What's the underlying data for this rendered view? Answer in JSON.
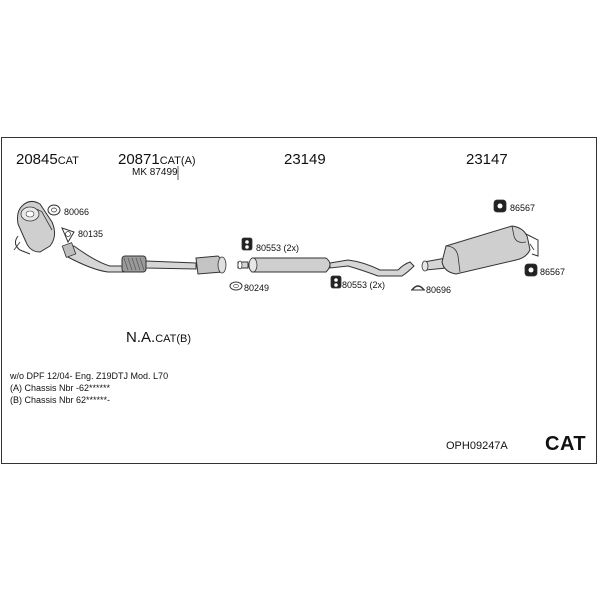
{
  "diagram": {
    "parts": [
      {
        "num": "20845",
        "suffix": "CAT"
      },
      {
        "num": "20871",
        "suffix": "CAT(A)",
        "sub": "MK 87499"
      },
      {
        "num": "23149",
        "suffix": ""
      },
      {
        "num": "23147",
        "suffix": ""
      }
    ],
    "fittings": {
      "f80066": "80066",
      "f80135": "80135",
      "f80553a": "80553 (2x)",
      "f80249": "80249",
      "f80553b": "80553 (2x)",
      "f80696": "80696",
      "f86567a": "86567",
      "f86567b": "86567"
    },
    "na_label": {
      "main": "N.A.",
      "suffix": "CAT(B)"
    },
    "notes": [
      "w/o DPF   12/04-   Eng. Z19DTJ   Mod. L70",
      "(A) Chassis Nbr -62******",
      "(B) Chassis Nbr 62******-"
    ],
    "code": "OPH09247A",
    "badge": "CAT"
  }
}
